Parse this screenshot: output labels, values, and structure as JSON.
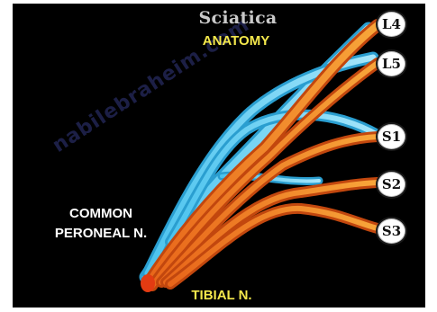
{
  "header": {
    "title": "Sciatica",
    "subtitle": "ANATOMY"
  },
  "labels": {
    "common_peroneal_line1": "COMMON",
    "common_peroneal_line2": "PERONEAL N.",
    "tibial": "TIBIAL N."
  },
  "roots": [
    "L4",
    "L5",
    "S1",
    "S2",
    "S3"
  ],
  "watermark": "nabilebraheim.com",
  "colors": {
    "background": "#000000",
    "peroneal_nerve": "#7fd6f5",
    "tibial_nerve": "#f5941e",
    "title": "#c9c9c9",
    "subtitle": "#f4e84c"
  }
}
